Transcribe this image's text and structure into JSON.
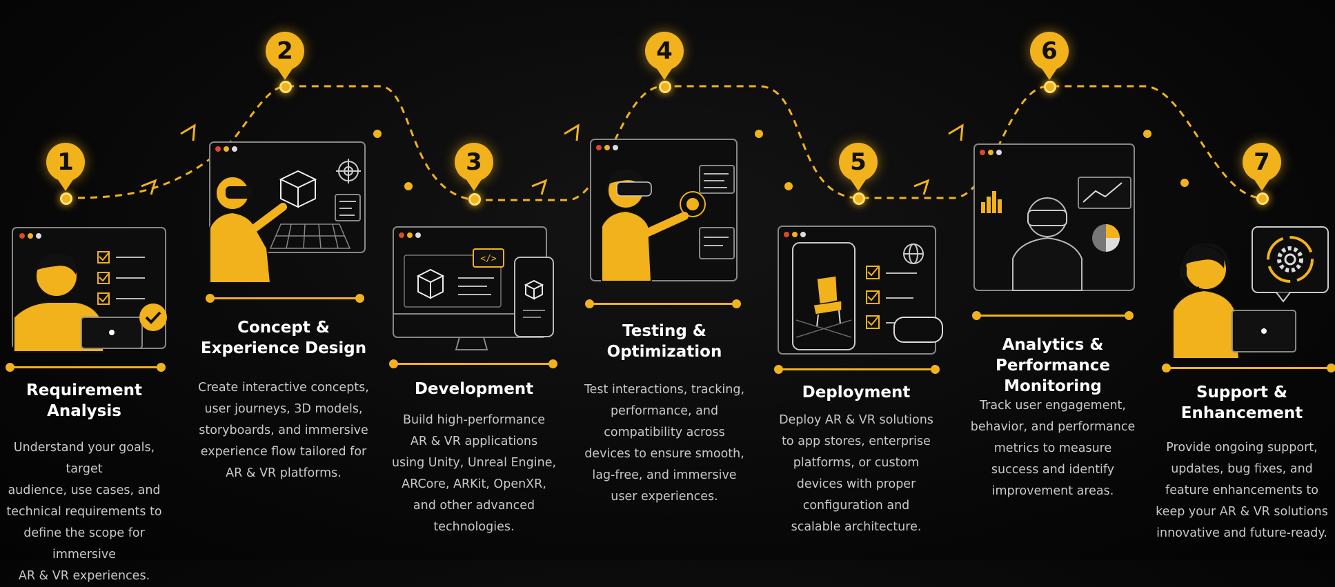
{
  "steps": [
    {
      "number": "1",
      "title": "Requirement\nAnalysis",
      "description": "Understand your goals, target\naudience, use cases, and\ntechnical requirements to\ndefine the scope for immersive\nAR & VR experiences."
    },
    {
      "number": "2",
      "title": "Concept &\nExperience Design",
      "description": "Create interactive concepts,\nuser journeys, 3D models,\nstoryboards, and immersive\nexperience flow tailored for\nAR & VR platforms."
    },
    {
      "number": "3",
      "title": "Development",
      "description": "Build high-performance\nAR & VR applications\nusing Unity, Unreal Engine,\nARCore, ARKit, OpenXR,\nand other advanced\ntechnologies."
    },
    {
      "number": "4",
      "title": "Testing &\nOptimization",
      "description": "Test interactions, tracking,\nperformance, and\ncompatibility across\ndevices to ensure smooth,\nlag-free, and immersive\nuser experiences."
    },
    {
      "number": "5",
      "title": "Deployment",
      "description": "Deploy AR & VR solutions\nto app stores, enterprise\nplatforms, or custom\ndevices with proper\nconfiguration and\nscalable architecture."
    },
    {
      "number": "6",
      "title": "Analytics &\nPerformance Monitoring",
      "description": "Track user engagement,\nbehavior, and performance\nmetrics to measure\nsuccess and identify\nimprovement areas."
    },
    {
      "number": "7",
      "title": "Support &\nEnhancement",
      "description": "Provide ongoing support,\nupdates, bug fixes, and\nfeature enhancements to\nkeep your AR & VR solutions\ninnovative and future-ready."
    }
  ],
  "colors": {
    "accent": "#F2B21B",
    "background": "#070707",
    "title": "#FFFFFF",
    "text": "#C9C9C9"
  },
  "icons": [
    "check-icon",
    "cube-icon",
    "code-icon",
    "target-icon",
    "globe-icon",
    "chart-icon",
    "gear-icon",
    "vr-headset-icon",
    "chair-icon"
  ]
}
